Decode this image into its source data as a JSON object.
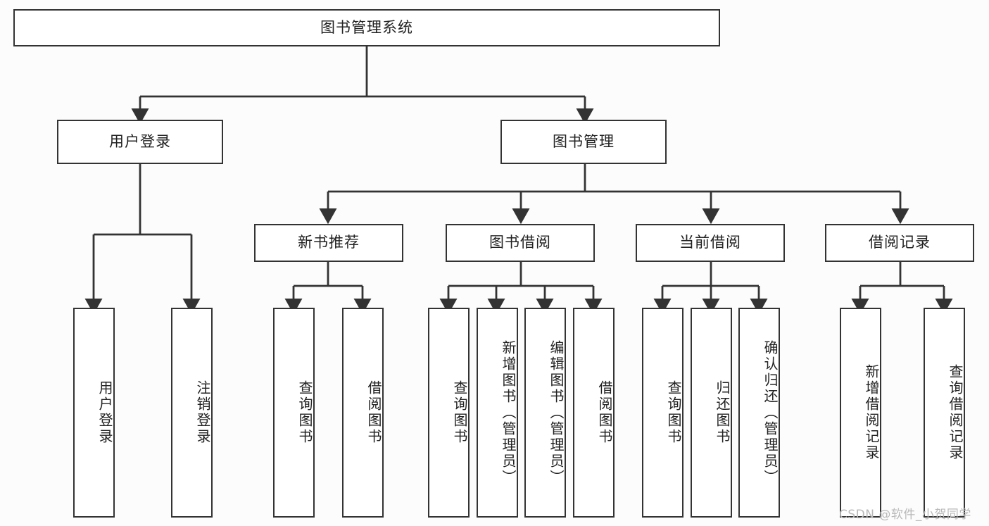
{
  "diagram": {
    "title": "图书管理系统",
    "type": "tree",
    "stroke_color": "#333333",
    "fill_color": "#ffffff",
    "background_color": "#fcfcfc",
    "watermark": "CSDN @软件_小贺同学"
  },
  "nodes": {
    "root": {
      "label": "图书管理系统"
    },
    "level2": [
      {
        "id": "user-login",
        "label": "用户登录"
      },
      {
        "id": "book-management",
        "label": "图书管理"
      }
    ],
    "level3": [
      {
        "id": "new-book-recommend",
        "label": "新书推荐"
      },
      {
        "id": "book-borrow",
        "label": "图书借阅"
      },
      {
        "id": "current-borrow",
        "label": "当前借阅"
      },
      {
        "id": "borrow-record",
        "label": "借阅记录"
      }
    ],
    "leaves": {
      "user_login": [
        {
          "id": "leaf-user-login",
          "label": "用户登录"
        },
        {
          "id": "leaf-logout-login",
          "label": "注销登录"
        }
      ],
      "new_book_recommend": [
        {
          "id": "leaf-query-book-1",
          "label": "查询图书"
        },
        {
          "id": "leaf-borrow-book-1",
          "label": "借阅图书"
        }
      ],
      "book_borrow": [
        {
          "id": "leaf-query-book-2",
          "label": "查询图书"
        },
        {
          "id": "leaf-add-book",
          "label": "新增图书（管理员）"
        },
        {
          "id": "leaf-edit-book",
          "label": "编辑图书（管理员）"
        },
        {
          "id": "leaf-borrow-book-2",
          "label": "借阅图书"
        }
      ],
      "current_borrow": [
        {
          "id": "leaf-query-book-3",
          "label": "查询图书"
        },
        {
          "id": "leaf-return-book",
          "label": "归还图书"
        },
        {
          "id": "leaf-confirm-return",
          "label": "确认归还（管理员）"
        }
      ],
      "borrow_record": [
        {
          "id": "leaf-add-borrow-record",
          "label": "新增借阅记录"
        },
        {
          "id": "leaf-query-borrow-record",
          "label": "查询借阅记录"
        }
      ]
    }
  }
}
